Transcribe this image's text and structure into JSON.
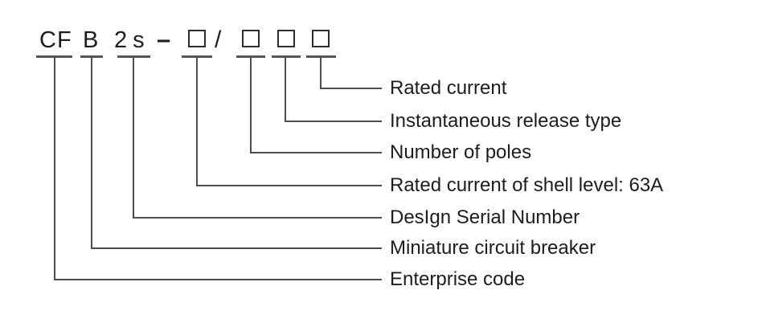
{
  "diagram": {
    "description": "Model designation nomenclature diagram",
    "code": {
      "dash": "–",
      "slash": "/",
      "segments": [
        {
          "text": "CF",
          "label": "Enterprise code"
        },
        {
          "text": "B",
          "label": "Miniature circuit breaker"
        },
        {
          "text": "2s",
          "label": "DesIgn Serial Number"
        },
        {
          "text": "□",
          "label": "Rated current of shell level: 63A"
        },
        {
          "text": "□",
          "label": "Number of poles"
        },
        {
          "text": "□",
          "label": "Instantaneous release type"
        },
        {
          "text": "□",
          "label": "Rated current"
        }
      ]
    },
    "colors": {
      "background": "#ffffff",
      "text": "#1d1d1d",
      "line": "#4d4d4d",
      "box_border": "#2e2e2e"
    }
  }
}
